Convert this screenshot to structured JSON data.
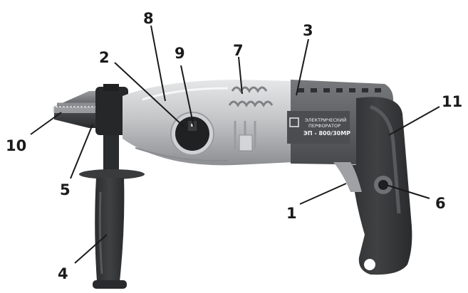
{
  "figure": {
    "callouts": [
      {
        "id": "1",
        "text": "1"
      },
      {
        "id": "2",
        "text": "2"
      },
      {
        "id": "3",
        "text": "3"
      },
      {
        "id": "4",
        "text": "4"
      },
      {
        "id": "5",
        "text": "5"
      },
      {
        "id": "6",
        "text": "6"
      },
      {
        "id": "7",
        "text": "7"
      },
      {
        "id": "8",
        "text": "8"
      },
      {
        "id": "9",
        "text": "9"
      },
      {
        "id": "10",
        "text": "10"
      },
      {
        "id": "11",
        "text": "11"
      }
    ],
    "nameplate": {
      "line1": "ЭЛЕКТРИЧЕСКИЙ",
      "line2": "ПЕРФОРАТОР",
      "model": "ЭП - 800/30МР"
    },
    "colors": {
      "housing": "#5b5d60",
      "handle": "#3a3b3d",
      "silver": "#b9bbbd",
      "ink": "#1a1a1a"
    }
  }
}
